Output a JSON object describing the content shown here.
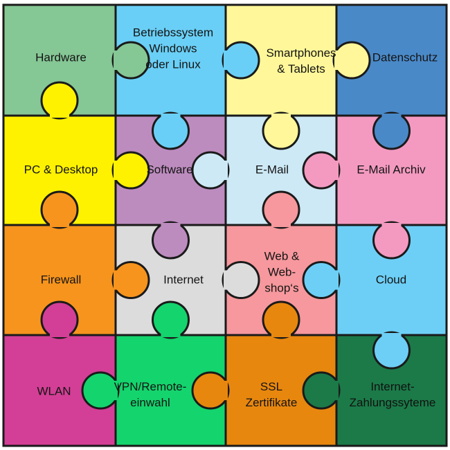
{
  "pieces": [
    {
      "lines": [
        "Hardware"
      ],
      "color": "#85c795"
    },
    {
      "lines": [
        "Betriebssystem",
        "Windows",
        "oder Linux"
      ],
      "color": "#6acff6"
    },
    {
      "lines": [
        "Smartphones",
        "& Tablets"
      ],
      "color": "#fff799"
    },
    {
      "lines": [
        "Datenschutz"
      ],
      "color": "#4a89c8"
    },
    {
      "lines": [
        "PC & Desktop"
      ],
      "color": "#fff200"
    },
    {
      "lines": [
        "Software"
      ],
      "color": "#bd8cbf"
    },
    {
      "lines": [
        "E-Mail"
      ],
      "color": "#cde9f5"
    },
    {
      "lines": [
        "E-Mail Archiv"
      ],
      "color": "#f49ac1"
    },
    {
      "lines": [
        "Firewall"
      ],
      "color": "#f7941d"
    },
    {
      "lines": [
        "Internet"
      ],
      "color": "#dcdcdc"
    },
    {
      "lines": [
        "Web &",
        "Web-",
        "shop‘s"
      ],
      "color": "#f6989d"
    },
    {
      "lines": [
        "Cloud"
      ],
      "color": "#6dcff6"
    },
    {
      "lines": [
        "WLAN"
      ],
      "color": "#d33f96"
    },
    {
      "lines": [
        "VPN/Remote-",
        "einwahl"
      ],
      "color": "#14d46d"
    },
    {
      "lines": [
        "SSL",
        "Zertifikate"
      ],
      "color": "#e8870e"
    },
    {
      "lines": [
        "Internet-",
        "Zahlungssyteme"
      ],
      "color": "#1b7a48"
    }
  ]
}
